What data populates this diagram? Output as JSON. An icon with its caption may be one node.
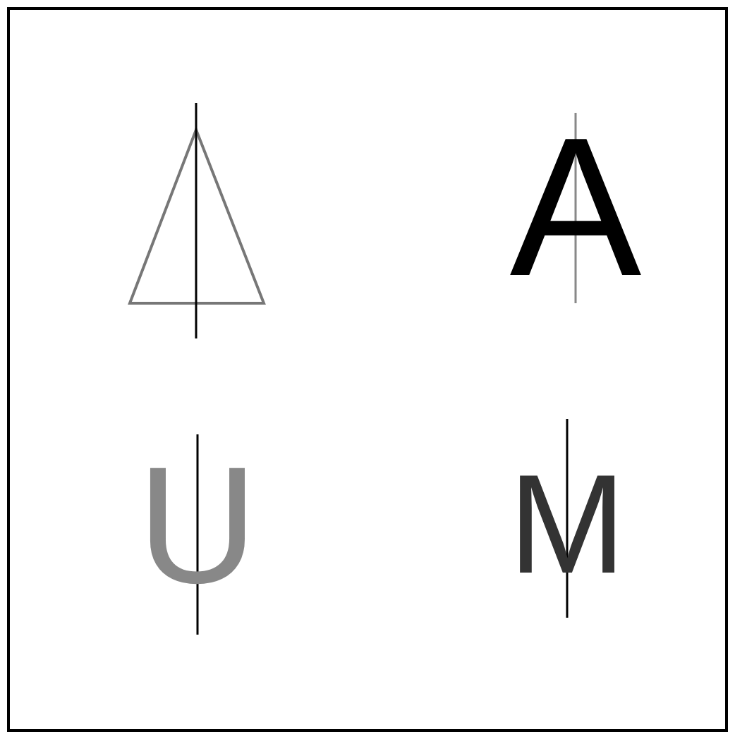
{
  "diagram": {
    "labels": [
      "A",
      "U",
      "M"
    ]
  }
}
